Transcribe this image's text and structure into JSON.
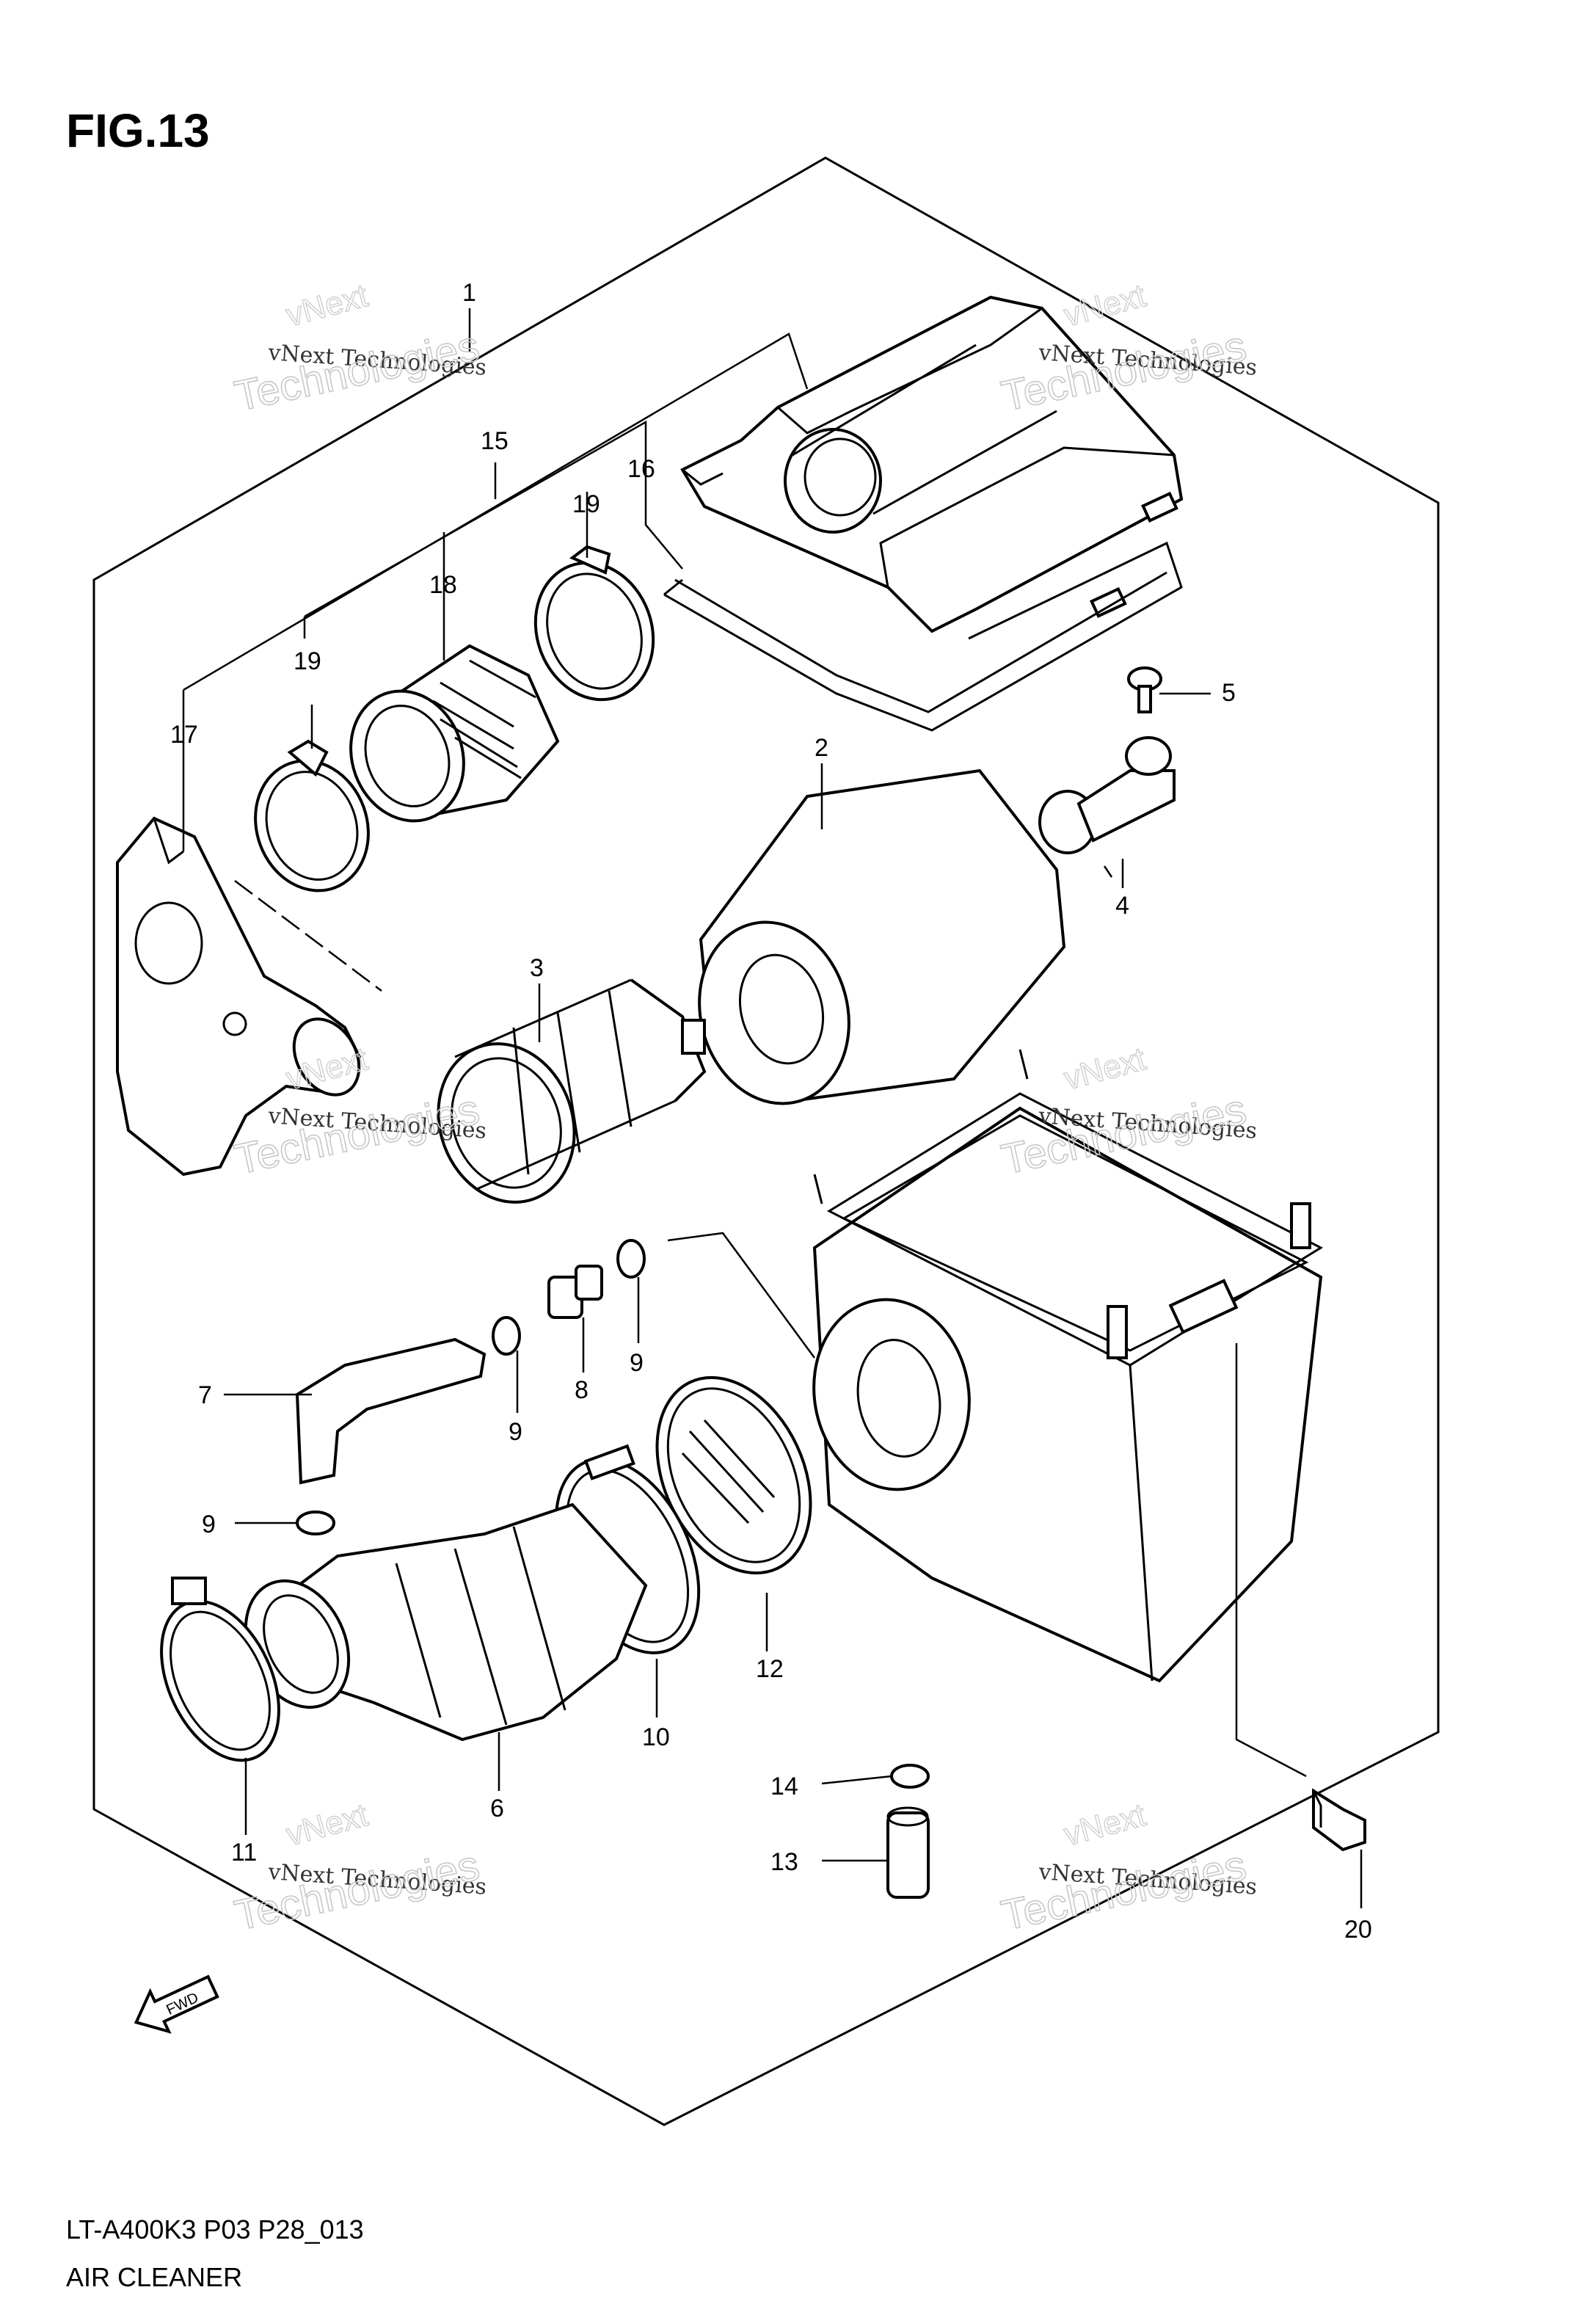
{
  "figure_title": "FIG.13",
  "model_code": "LT-A400K3 P03 P28_013",
  "section_title": "AIR CLEANER",
  "fwd_label": "FWD",
  "watermark": {
    "line1": "vNext Technologies",
    "big": "Technologies",
    "small": "vNext"
  },
  "callouts": [
    {
      "id": "callout-1",
      "label": "1"
    },
    {
      "id": "callout-2",
      "label": "2"
    },
    {
      "id": "callout-3",
      "label": "3"
    },
    {
      "id": "callout-4",
      "label": "4"
    },
    {
      "id": "callout-5",
      "label": "5"
    },
    {
      "id": "callout-6",
      "label": "6"
    },
    {
      "id": "callout-7",
      "label": "7"
    },
    {
      "id": "callout-8",
      "label": "8"
    },
    {
      "id": "callout-9a",
      "label": "9"
    },
    {
      "id": "callout-9b",
      "label": "9"
    },
    {
      "id": "callout-9c",
      "label": "9"
    },
    {
      "id": "callout-10",
      "label": "10"
    },
    {
      "id": "callout-11",
      "label": "11"
    },
    {
      "id": "callout-12",
      "label": "12"
    },
    {
      "id": "callout-13",
      "label": "13"
    },
    {
      "id": "callout-14",
      "label": "14"
    },
    {
      "id": "callout-15",
      "label": "15"
    },
    {
      "id": "callout-16",
      "label": "16"
    },
    {
      "id": "callout-17",
      "label": "17"
    },
    {
      "id": "callout-18",
      "label": "18"
    },
    {
      "id": "callout-19a",
      "label": "19"
    },
    {
      "id": "callout-19b",
      "label": "19"
    },
    {
      "id": "callout-20",
      "label": "20"
    }
  ]
}
